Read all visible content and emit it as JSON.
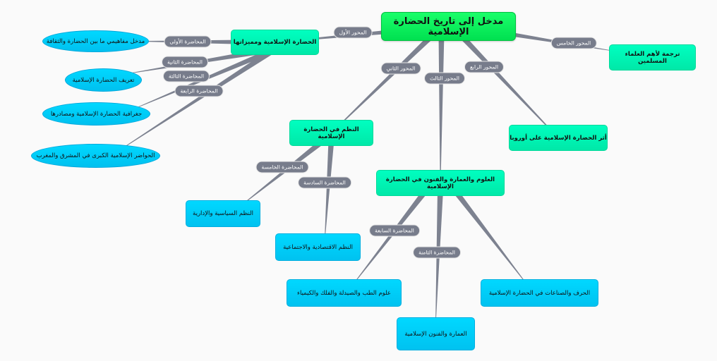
{
  "root": {
    "title": "مدخل إلى تاريخ الحضارة الإسلامية"
  },
  "axes": [
    {
      "label": "المحور الأول",
      "title": "الحضارة الإسلامية ومميزاتها"
    },
    {
      "label": "المحور الثاني",
      "title": "النظم في الحضارة الإسلامية"
    },
    {
      "label": "المحور الثالث",
      "title": "العلوم والعمارة والفنون في الحضارة الإسلامية"
    },
    {
      "label": "المحور الرابع",
      "title": "أثر الحضارة الإسلامية على أوروبا"
    },
    {
      "label": "المحور الخامس",
      "title": "ترجمة لأهم العلماء المسلمين"
    }
  ],
  "lectures": [
    {
      "label": "المحاضرة الأولى",
      "title": "مدخل مفاهيمي ما بين الحضارة والثقافة"
    },
    {
      "label": "المحاضرة الثانية",
      "title": "تعريف الحضارة الإسلامية"
    },
    {
      "label": "المحاضرة الثالثة",
      "title": "جغرافية الحضارة الإسلامية ومصادرها"
    },
    {
      "label": "المحاضرة الرابعة",
      "title": "الحواضر الإسلامية الكبرى في المشرق والمغرب"
    },
    {
      "label": "المحاضرة الخامسة",
      "title": "النظم السياسية والإدارية"
    },
    {
      "label": "المحاضرة السادسة",
      "title": "النظم الاقتصادية والاجتماعية"
    },
    {
      "label": "المحاضرة السابعة",
      "title": "علوم الطب والصيدلة والفلك والكيمياء"
    },
    {
      "label": "المحاضرة الثامنة",
      "title": "العمارة والفنون الإسلامية"
    },
    {
      "label": "",
      "title": "الحرف والصناعات في الحضارة الإسلامية"
    }
  ],
  "colors": {
    "root": "#00f05a",
    "axis": "#00f5b4",
    "leaf": "#00ccf8",
    "pill": "#777c8b",
    "edge": "#7d8290"
  }
}
